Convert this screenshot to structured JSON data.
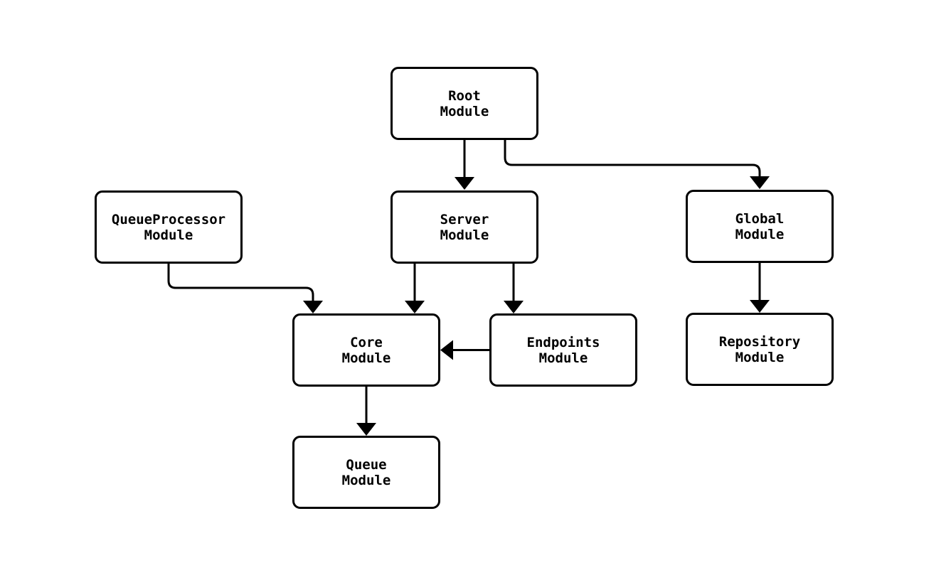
{
  "diagram": {
    "type": "module-dependency-graph",
    "background_color": "#ffffff",
    "stroke_color": "#000000",
    "nodes": [
      {
        "id": "root",
        "lines": [
          "Root",
          "Module"
        ]
      },
      {
        "id": "server",
        "lines": [
          "Server",
          "Module"
        ]
      },
      {
        "id": "global",
        "lines": [
          "Global",
          "Module"
        ]
      },
      {
        "id": "queueprocessor",
        "lines": [
          "QueueProcessor",
          "Module"
        ]
      },
      {
        "id": "core",
        "lines": [
          "Core",
          "Module"
        ]
      },
      {
        "id": "endpoints",
        "lines": [
          "Endpoints",
          "Module"
        ]
      },
      {
        "id": "repository",
        "lines": [
          "Repository",
          "Module"
        ]
      },
      {
        "id": "queue",
        "lines": [
          "Queue",
          "Module"
        ]
      }
    ],
    "edges": [
      {
        "from": "Root Module",
        "to": "Server Module"
      },
      {
        "from": "Root Module",
        "to": "Global Module"
      },
      {
        "from": "QueueProcessor Module",
        "to": "Core Module"
      },
      {
        "from": "Server Module",
        "to": "Core Module"
      },
      {
        "from": "Server Module",
        "to": "Endpoints Module"
      },
      {
        "from": "Endpoints Module",
        "to": "Core Module"
      },
      {
        "from": "Global Module",
        "to": "Repository Module"
      },
      {
        "from": "Core Module",
        "to": "Queue Module"
      }
    ]
  }
}
